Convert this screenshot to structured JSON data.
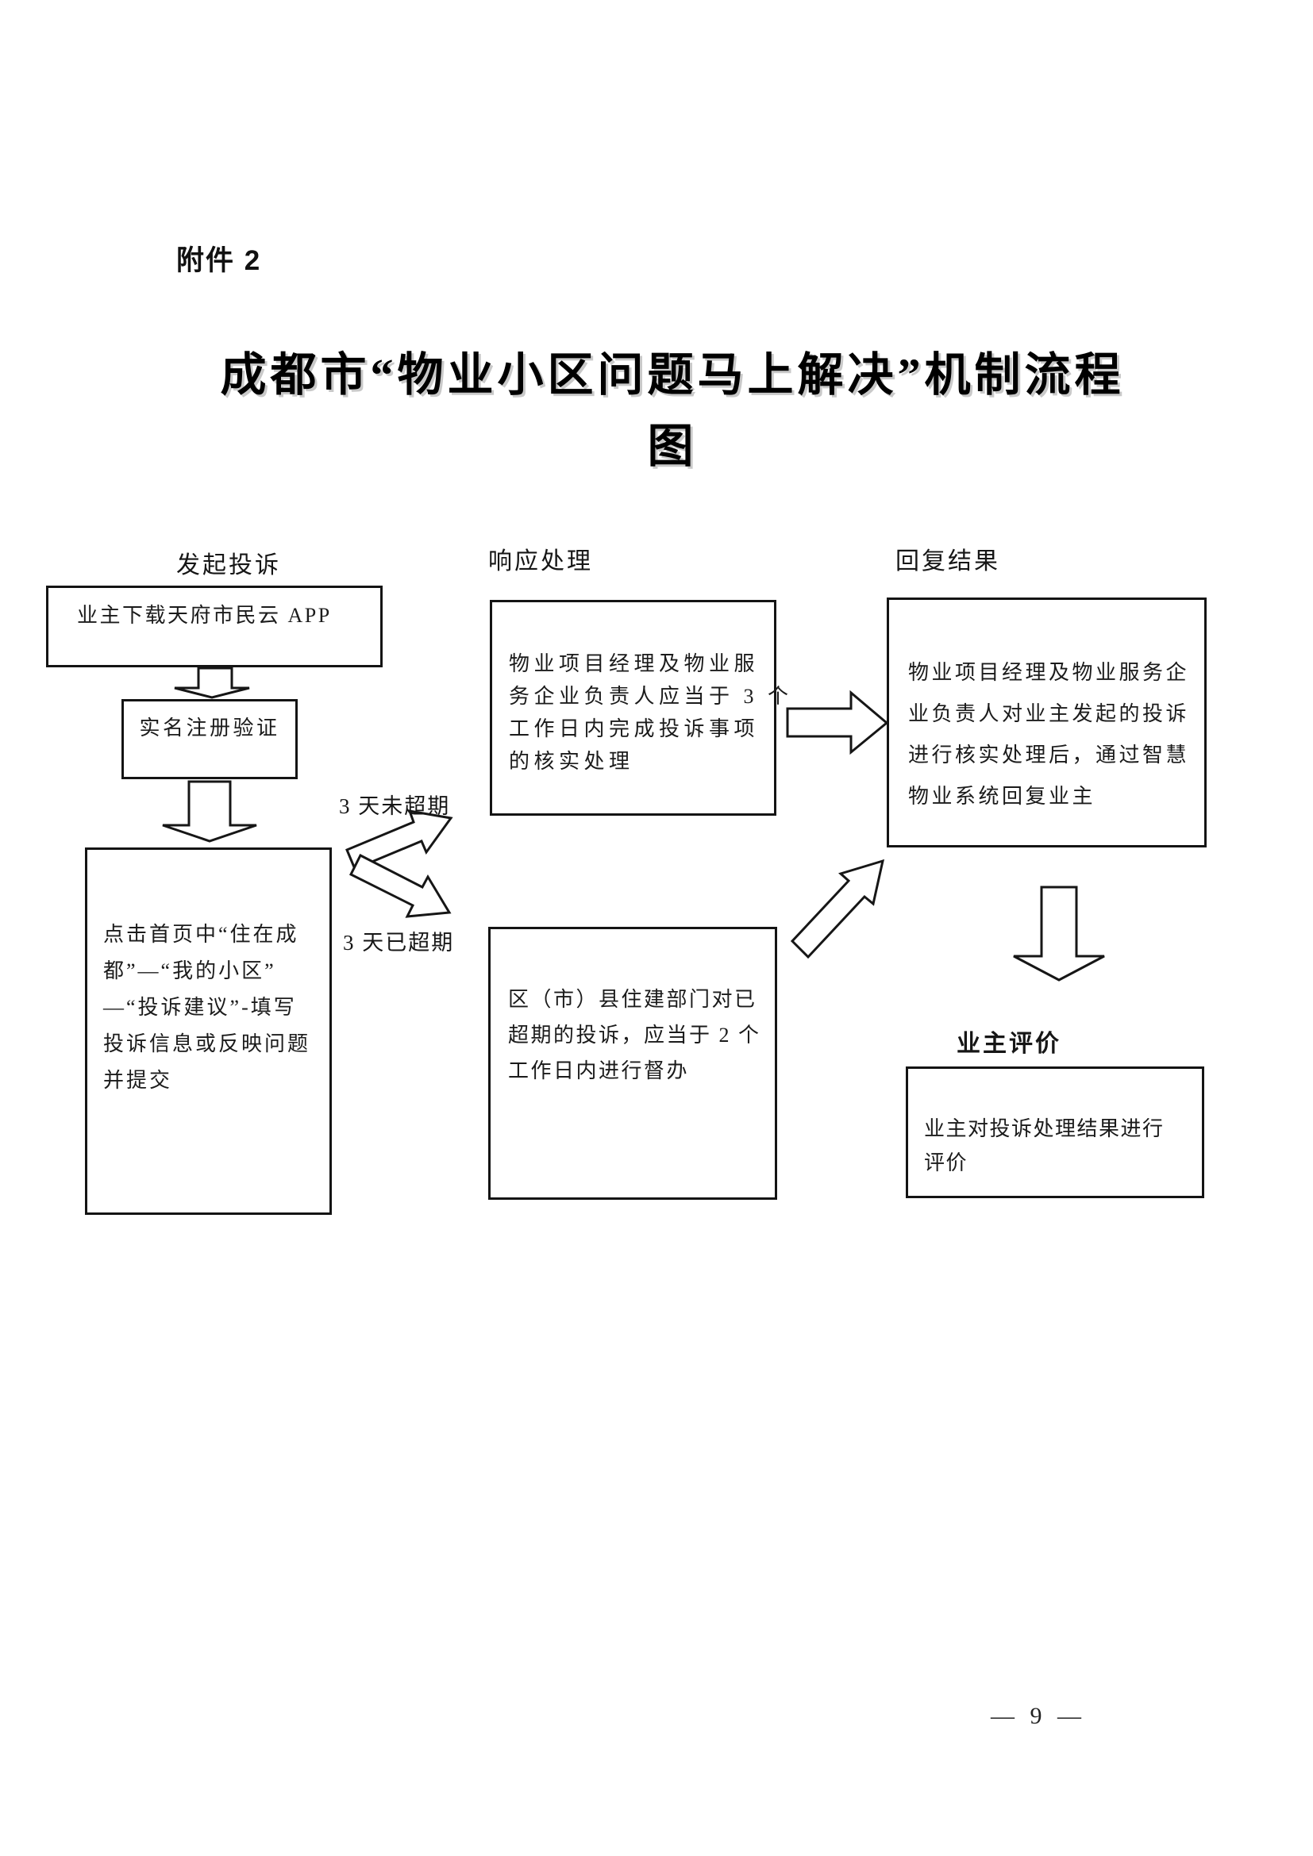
{
  "page": {
    "attachment_label": "附件 2",
    "title_line1": "成都市“物业小区问题马上解决”机制流程",
    "title_line2": "图",
    "page_number": "— 9 —"
  },
  "flowchart": {
    "section_headers": {
      "initiate": "发起投诉",
      "respond": "响应处理",
      "reply": "回复结果",
      "evaluate": "业主评价"
    },
    "branch_labels": {
      "not_overdue": "3 天未超期",
      "overdue": "3 天已超期"
    },
    "boxes": {
      "download_app": {
        "lines": [
          "业主下载天府市民云 APP"
        ]
      },
      "register": {
        "lines": [
          "实名注册验证"
        ]
      },
      "submit_complaint": {
        "lines": [
          "点击首页中“住在成",
          "都”—“我的小区”",
          "—“投诉建议”-填写",
          "投诉信息或反映问题",
          "并提交"
        ]
      },
      "property_handle": {
        "lines": [
          "物业项目经理及物业服",
          "务企业负责人应当于 3 个",
          "工作日内完成投诉事项",
          "的核实处理"
        ]
      },
      "reply_owner": {
        "lines": [
          "物业项目经理及物业服务企",
          "业负责人对业主发起的投诉",
          "进行核实处理后，通过智慧",
          "物业系统回复业主"
        ]
      },
      "overdue_supervise": {
        "lines": [
          "区（市）县住建部门对已",
          "超期的投诉，应当于 2 个",
          "工作日内进行督办"
        ]
      },
      "owner_evaluate": {
        "lines": [
          "业主对投诉处理结果进行",
          "评价"
        ]
      }
    }
  }
}
